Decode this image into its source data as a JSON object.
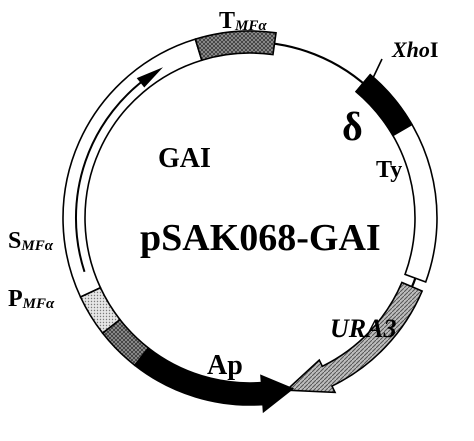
{
  "plasmid": {
    "name": "pSAK068-GAI",
    "features": {
      "t_mfa": {
        "main": "T",
        "sub": "MFα"
      },
      "xhoi": {
        "italic": "Xho",
        "roman": "I"
      },
      "delta": "δ",
      "ty": "Ty",
      "gai": "GAI",
      "s_mfa": {
        "main": "S",
        "sub": "MFα"
      },
      "p_mfa": {
        "main": "P",
        "sub": "MFα"
      },
      "ura3": "URA3",
      "ap": "Ap"
    }
  },
  "colors": {
    "stroke": "#000000",
    "solid": "#000000",
    "hatched": "#8c8c8c",
    "stippled": "#cfcfcf",
    "background": "#ffffff"
  }
}
